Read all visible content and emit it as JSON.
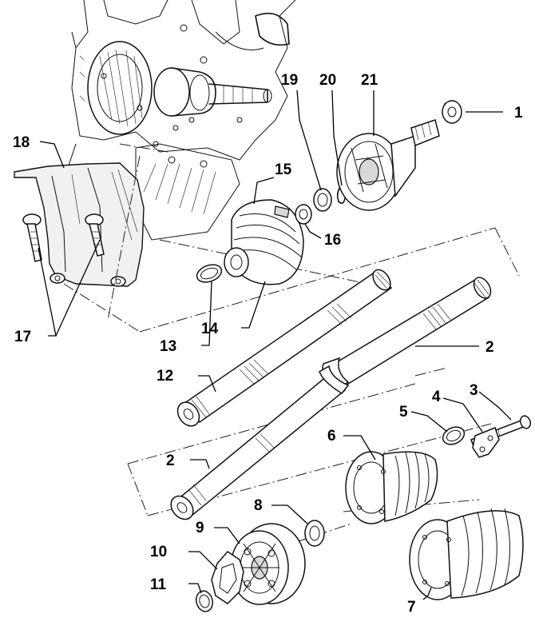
{
  "labels": {
    "l1": "1",
    "l2a": "2",
    "l2b": "2",
    "l3": "3",
    "l4": "4",
    "l5": "5",
    "l6": "6",
    "l7": "7",
    "l8": "8",
    "l9": "9",
    "l10": "10",
    "l11": "11",
    "l12": "12",
    "l13": "13",
    "l14": "14",
    "l15": "15",
    "l16": "16",
    "l17": "17",
    "l18": "18",
    "l19": "19",
    "l20": "20",
    "l21": "21"
  }
}
